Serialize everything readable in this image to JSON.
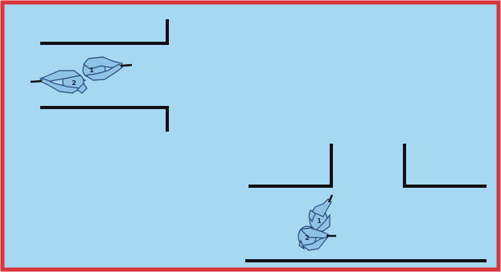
{
  "colors": {
    "background": "#a6d8f2",
    "border": "#d9343b",
    "wall": "#111111",
    "operator_fill": "#8ec3e6",
    "operator_stroke": "#2b4a7a",
    "weapon": "#111111"
  },
  "teams": [
    {
      "name": "team-left",
      "heading": "west-east",
      "labels": [
        "1",
        "2"
      ]
    },
    {
      "name": "team-bottom",
      "heading": "north-south",
      "labels": [
        "1",
        "2"
      ]
    }
  ]
}
